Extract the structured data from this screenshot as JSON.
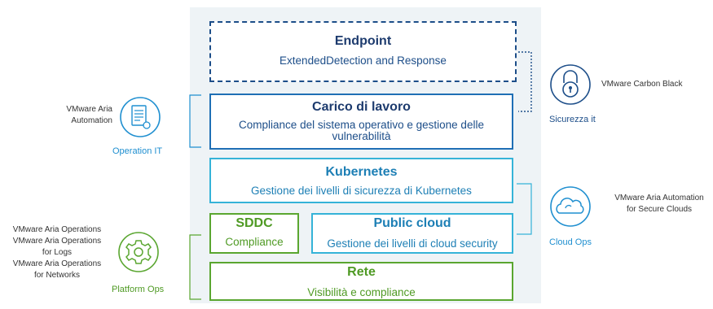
{
  "layers": {
    "endpoint": {
      "title": "Endpoint",
      "subtitle": "ExtendedDetection and Response"
    },
    "workload": {
      "title": "Carico di lavoro",
      "subtitle": "Compliance del sistema operativo e gestione delle vulnerabilità"
    },
    "kubernetes": {
      "title": "Kubernetes",
      "subtitle": "Gestione dei livelli di sicurezza di Kubernetes"
    },
    "sddc": {
      "title": "SDDC",
      "subtitle": "Compliance"
    },
    "public_cloud": {
      "title": "Public cloud",
      "subtitle": "Gestione dei livelli di cloud security"
    },
    "network": {
      "title": "Rete",
      "subtitle": "Visibilità e compliance"
    }
  },
  "groups": {
    "operation_it": {
      "label": "Operation IT",
      "products": [
        "VMware Aria",
        "Automation"
      ],
      "icon": "document-gear-icon",
      "color": "#1f8fd0"
    },
    "platform_ops": {
      "label": "Platform Ops",
      "products": [
        "VMware Aria Operations",
        "VMware Aria Operations",
        "for Logs",
        "VMware Aria Operations",
        "for Networks"
      ],
      "icon": "gear-icon",
      "color": "#4f9a24"
    },
    "security_it": {
      "label": "Sicurezza it",
      "products": [
        "VMware Carbon Black"
      ],
      "icon": "lock-icon",
      "color": "#1d4e89"
    },
    "cloud_ops": {
      "label": "Cloud Ops",
      "products": [
        "VMware Aria Automation",
        "for Secure Clouds"
      ],
      "icon": "cloud-icon",
      "color": "#1f8fd0"
    }
  }
}
